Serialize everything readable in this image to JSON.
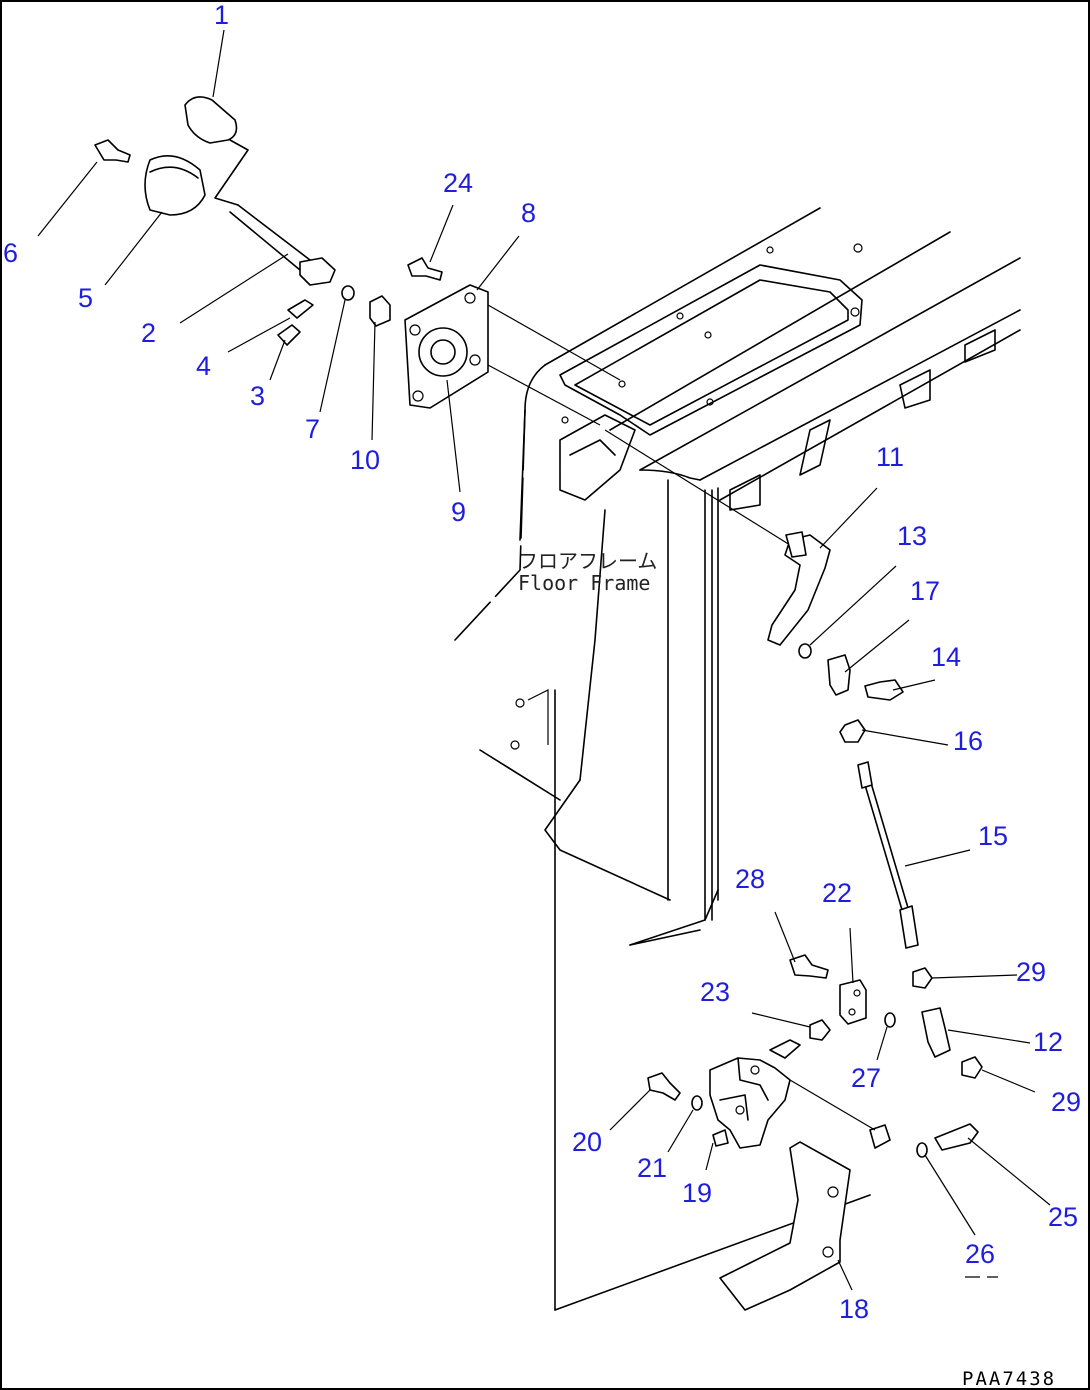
{
  "frame_label": {
    "jp": "フロアフレーム",
    "en": "Floor Frame"
  },
  "drawing_code": "PAA7438",
  "callouts": [
    {
      "id": "c1",
      "text": "1"
    },
    {
      "id": "c2",
      "text": "2"
    },
    {
      "id": "c3",
      "text": "3"
    },
    {
      "id": "c4",
      "text": "4"
    },
    {
      "id": "c5",
      "text": "5"
    },
    {
      "id": "c6",
      "text": "6"
    },
    {
      "id": "c7",
      "text": "7"
    },
    {
      "id": "c8",
      "text": "8"
    },
    {
      "id": "c9",
      "text": "9"
    },
    {
      "id": "c10",
      "text": "10"
    },
    {
      "id": "c11",
      "text": "11"
    },
    {
      "id": "c12",
      "text": "12"
    },
    {
      "id": "c13",
      "text": "13"
    },
    {
      "id": "c14",
      "text": "14"
    },
    {
      "id": "c15",
      "text": "15"
    },
    {
      "id": "c16",
      "text": "16"
    },
    {
      "id": "c17",
      "text": "17"
    },
    {
      "id": "c18",
      "text": "18"
    },
    {
      "id": "c19",
      "text": "19"
    },
    {
      "id": "c20",
      "text": "20"
    },
    {
      "id": "c21",
      "text": "21"
    },
    {
      "id": "c22",
      "text": "22"
    },
    {
      "id": "c23",
      "text": "23"
    },
    {
      "id": "c24",
      "text": "24"
    },
    {
      "id": "c25",
      "text": "25"
    },
    {
      "id": "c26",
      "text": "26"
    },
    {
      "id": "c27",
      "text": "27"
    },
    {
      "id": "c28",
      "text": "28"
    },
    {
      "id": "c29a",
      "text": "29"
    },
    {
      "id": "c29b",
      "text": "29"
    }
  ],
  "colors": {
    "callout": "#1e1edc",
    "line": "#000000",
    "background": "#ffffff"
  }
}
